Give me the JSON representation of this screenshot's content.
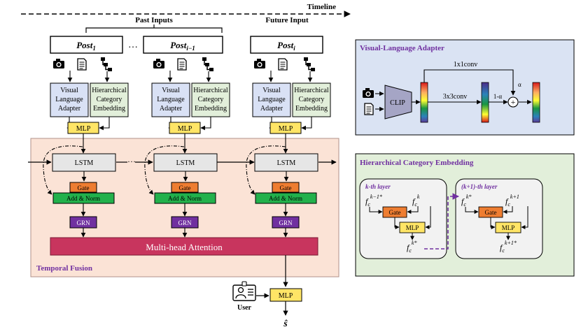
{
  "timeline_label": "Timeline",
  "past_inputs_label": "Past Inputs",
  "future_input_label": "Future Input",
  "ellipsis": "…",
  "posts": [
    {
      "base": "Post",
      "sub": "1"
    },
    {
      "base": "Post",
      "sub": "i−1"
    },
    {
      "base": "Post",
      "sub": "i"
    }
  ],
  "columns": [
    {
      "vla_lines": [
        "Visual",
        "Language",
        "Adapter"
      ],
      "hce_lines": [
        "Hierarchical",
        "Category",
        "Embedding"
      ],
      "mlp": "MLP",
      "lstm": "LSTM",
      "gate": "Gate",
      "add_norm": "Add & Norm",
      "grn": "GRN"
    },
    {
      "vla_lines": [
        "Visual",
        "Language",
        "Adapter"
      ],
      "hce_lines": [
        "Hierarchical",
        "Category",
        "Embedding"
      ],
      "mlp": "MLP",
      "lstm": "LSTM",
      "gate": "Gate",
      "add_norm": "Add & Norm",
      "grn": "GRN"
    },
    {
      "vla_lines": [
        "Visual",
        "Language",
        "Adapter"
      ],
      "hce_lines": [
        "Hierarchical",
        "Category",
        "Embedding"
      ],
      "mlp": "MLP",
      "lstm": "LSTM",
      "gate": "Gate",
      "add_norm": "Add & Norm",
      "grn": "GRN"
    }
  ],
  "multihead_attention": "Multi-head Attention",
  "temporal_fusion_label": "Temporal Fusion",
  "user_label": "User",
  "final_mlp": "MLP",
  "output_symbol": "ŝ",
  "vla_panel": {
    "title": "Visual-Language Adapter",
    "clip": "CLIP",
    "conv1": "1x1conv",
    "conv3": "3x3conv",
    "one_minus_alpha": "1-α",
    "alpha": "α",
    "plus": "+"
  },
  "hce_panel": {
    "title": "Hierarchical Category Embedding",
    "left_layer": "k-th layer",
    "right_layer": "(k+1)-th layer",
    "gate": "Gate",
    "mlp": "MLP",
    "f": "f",
    "c": "c",
    "sup_k_minus_1_star": "k−1*",
    "sup_k": "k",
    "sup_k_star": "k*",
    "sup_k_plus_1": "k+1",
    "sup_k_plus_1_star": "k+1*"
  },
  "colors": {
    "vla_fill": "#d9e1f5",
    "hce_fill": "#e2efda",
    "mlp_fill": "#ffe566",
    "lstm_fill": "#e6e6e6",
    "gate_fill": "#ee7d31",
    "addnorm_fill": "#22b14c",
    "grn_fill": "#7030a0",
    "mha_fill": "#c8355e",
    "tf_bg": "#fbe3d6",
    "panel_vla_bg": "#dae3f3",
    "panel_hce_bg": "#e2efda",
    "purple_text": "#7030a0"
  },
  "icons": [
    "camera-icon",
    "document-icon",
    "hierarchy-icon",
    "user-icon"
  ]
}
